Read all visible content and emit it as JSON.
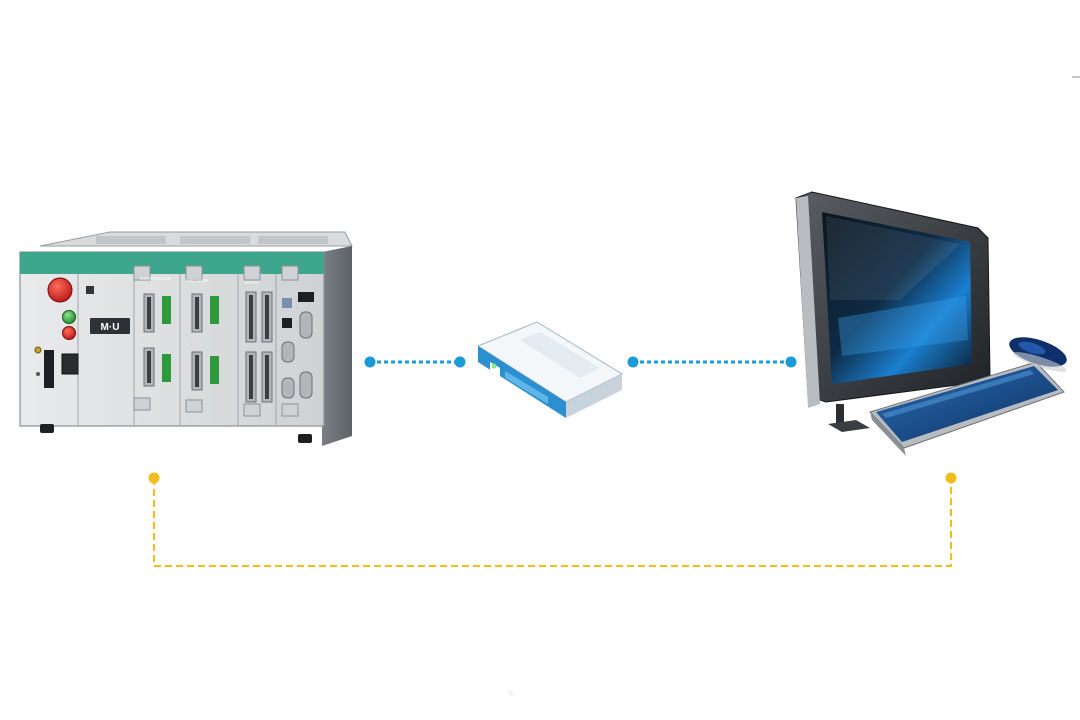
{
  "diagram": {
    "nodes": {
      "controller": {
        "brand_label": "M·U",
        "panel_labels": [
          "CONTROLLER",
          "ENCODER",
          "SERVO"
        ]
      },
      "network_switch": {},
      "computer": {}
    },
    "links": [
      {
        "from": "controller",
        "to": "network_switch",
        "style": "dotted",
        "color": "#1b9bd8"
      },
      {
        "from": "network_switch",
        "to": "computer",
        "style": "dotted",
        "color": "#1b9bd8"
      },
      {
        "from": "controller",
        "to": "computer",
        "style": "dashed",
        "color": "#f2bd1c"
      }
    ]
  },
  "colors": {
    "ethernet_link": "#1b9bd8",
    "serial_link": "#f2bd1c",
    "controller_accent": "#3fa68e",
    "controller_body": "#9da2a6",
    "switch_accent": "#2b8fd0",
    "screen_blue": "#1a7fd0"
  }
}
